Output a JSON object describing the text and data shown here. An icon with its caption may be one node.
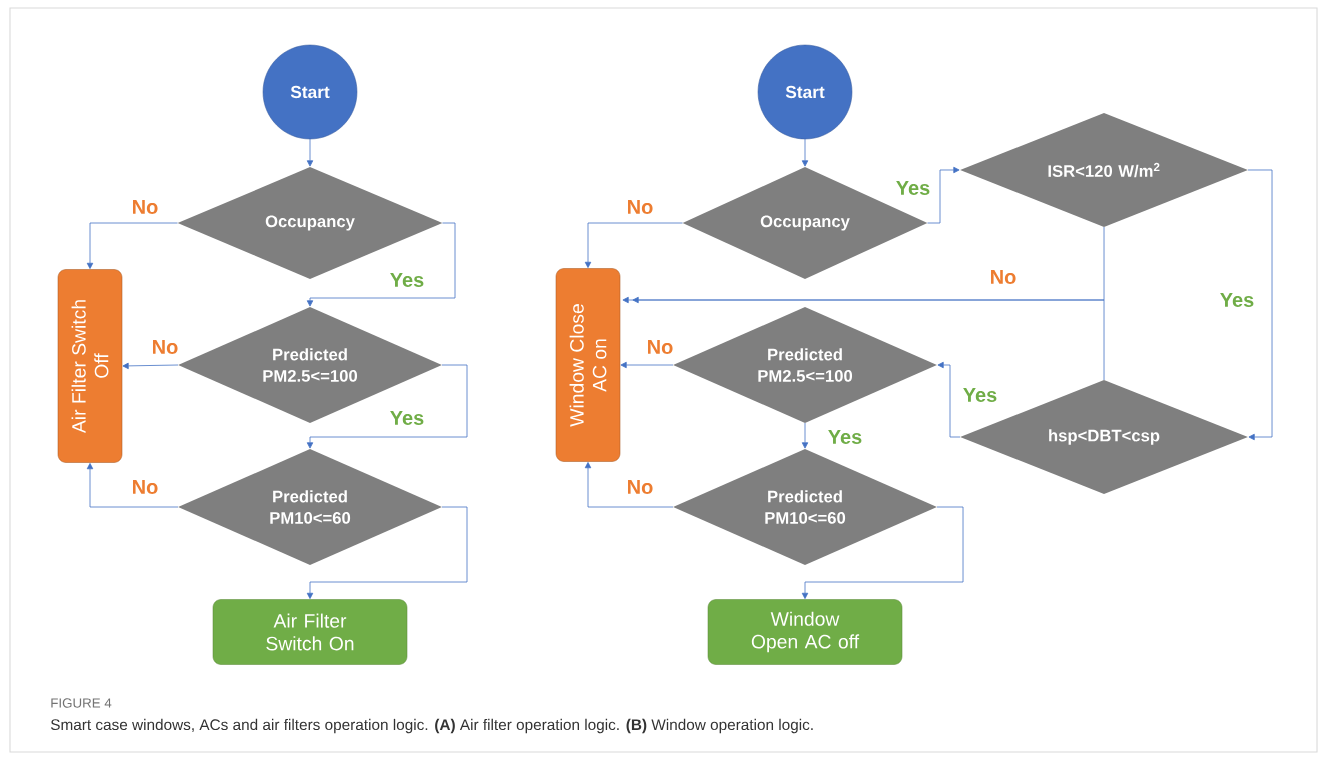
{
  "diagram": {
    "caption": "Smart case windows, ACs and air filters operation logic. **(A)** Air filter operation logic. **(B)** Window operation logic.",
    "nodes": [
      {
        "text": [
          "Start"
        ]
      },
      {
        "text": [
          "Occupancy"
        ]
      },
      {
        "text": [
          "Air Filter Switch Off"
        ]
      },
      {
        "text": [
          "Predicted PM2.5<=100"
        ]
      },
      {
        "text": [
          "Predicted PM10<=60"
        ]
      },
      {
        "text": [
          "Air Filter Switch On"
        ]
      },
      {
        "text": [
          "Start"
        ]
      },
      {
        "text": [
          "Occupancy"
        ]
      },
      {
        "text": [
          "ISR<120 W/m$^{2}$"
        ]
      },
      {
        "text": [
          "Window Close AC on"
        ]
      },
      {
        "text": [
          "Predicted PM2.5<=100"
        ]
      },
      {
        "text": [
          "hsp<DBT<csp"
        ]
      },
      {
        "text": [
          "Predicted PM10<=60"
        ]
      },
      {
        "text": [
          "Window Open AC off"
        ]
      }
    ],
    "edges": [
      {
        "from": 0,
        "to": 1,
        "arrow": "to"
      },
      {
        "from": 1,
        "to": 2,
        "arrow": "to",
        "label": "No"
      },
      {
        "from": 1,
        "to": 3,
        "arrow": "to",
        "label": "Yes"
      },
      {
        "from": 3,
        "to": 2,
        "arrow": "to",
        "label": "No"
      },
      {
        "from": 3,
        "to": 4,
        "arrow": "to",
        "label": "Yes"
      },
      {
        "from": 4,
        "to": 2,
        "arrow": "to",
        "label": "No"
      },
      {
        "from": 4,
        "to": 5,
        "arrow": "to"
      },
      {
        "from": 6,
        "to": 7,
        "arrow": "to"
      },
      {
        "from": 7,
        "to": 9,
        "arrow": "to",
        "label": "No"
      },
      {
        "from": 7,
        "to": 8,
        "arrow": "to",
        "label": "Yes"
      },
      {
        "from": 8,
        "to": 9,
        "arrow": "to",
        "label": "No"
      },
      {
        "from": 11,
        "to": 9,
        "arrow": "to"
      },
      {
        "from": 11,
        "to": 10,
        "arrow": "to",
        "label": "Yes"
      },
      {
        "from": 8,
        "to": 11,
        "arrow": "to",
        "label": "Yes"
      },
      {
        "from": 10,
        "to": 9,
        "arrow": "to",
        "label": "No"
      },
      {
        "from": 10,
        "to": 12,
        "arrow": "to",
        "label": "Yes"
      },
      {
        "from": 12,
        "to": 9,
        "arrow": "to",
        "label": "No"
      },
      {
        "from": 12,
        "to": 13,
        "arrow": "to"
      }
    ],
    "labels": [
      "FIGURE 4"
    ]
  }
}
